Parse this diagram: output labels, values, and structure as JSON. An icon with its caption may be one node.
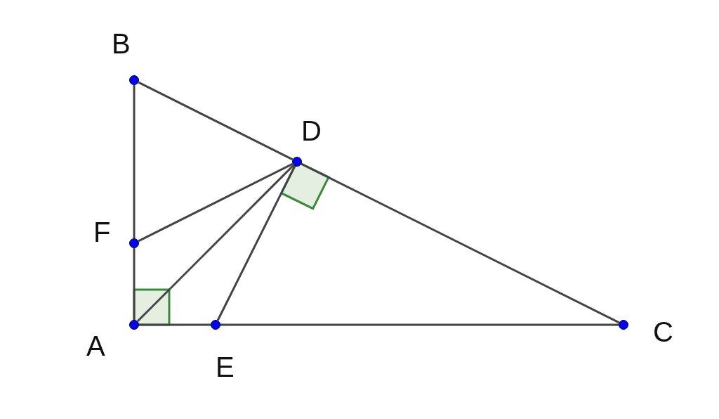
{
  "diagram": {
    "nodes": [
      {
        "text": [
          "B"
        ]
      },
      {
        "text": [
          "D"
        ]
      },
      {
        "text": [
          "F"
        ]
      },
      {
        "text": [
          "A"
        ]
      },
      {
        "text": [
          "E"
        ]
      },
      {
        "text": [
          "C"
        ]
      }
    ],
    "edges": [
      {
        "from": 0,
        "to": 2,
        "arrow": "none"
      },
      {
        "from": 2,
        "to": 3,
        "arrow": "none"
      },
      {
        "from": 3,
        "to": 4,
        "arrow": "none"
      },
      {
        "from": 4,
        "to": 5,
        "arrow": "none"
      },
      {
        "from": 0,
        "to": 1,
        "arrow": "none"
      },
      {
        "from": 1,
        "to": 5,
        "arrow": "none"
      },
      {
        "from": 1,
        "to": 2,
        "arrow": "none"
      },
      {
        "from": 1,
        "to": 3,
        "arrow": "none"
      },
      {
        "from": 1,
        "to": 4,
        "arrow": "none"
      }
    ]
  }
}
